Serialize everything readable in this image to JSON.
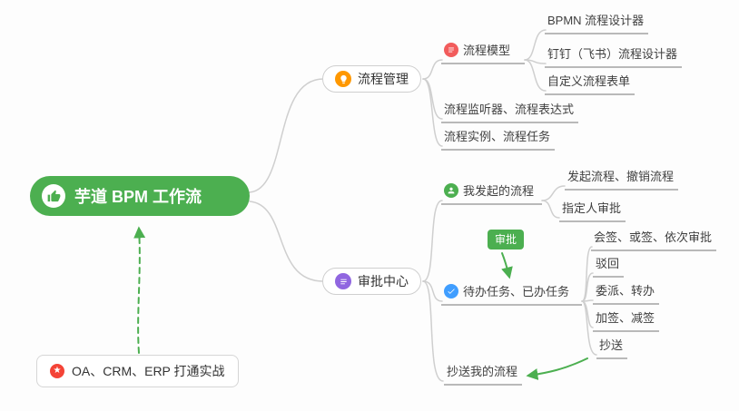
{
  "root": {
    "label": "芋道 BPM 工作流"
  },
  "practice_note": {
    "label": "OA、CRM、ERP 打通实战"
  },
  "approval_badge": {
    "label": "审批"
  },
  "branches": {
    "process_mgmt": {
      "label": "流程管理"
    },
    "approval_center": {
      "label": "审批中心"
    }
  },
  "process_children": {
    "process_model": {
      "label": "流程模型"
    },
    "bpmn_designer": {
      "label": "BPMN 流程设计器"
    },
    "dingtalk_designer": {
      "label": "钉钉（飞书）流程设计器"
    },
    "custom_form": {
      "label": "自定义流程表单"
    },
    "listener_expression": {
      "label": "流程监听器、流程表达式"
    },
    "instance_task": {
      "label": "流程实例、流程任务"
    }
  },
  "approval_children": {
    "my_initiated": {
      "label": "我发起的流程"
    },
    "initiate_cancel": {
      "label": "发起流程、撤销流程"
    },
    "designated_approver": {
      "label": "指定人审批"
    },
    "todo_done": {
      "label": "待办任务、已办任务"
    },
    "countersign": {
      "label": "会签、或签、依次审批"
    },
    "reject": {
      "label": "驳回"
    },
    "delegate_transfer": {
      "label": "委派、转办"
    },
    "add_reduce_sign": {
      "label": "加签、减签"
    },
    "cc": {
      "label": "抄送"
    },
    "cc_my_process": {
      "label": "抄送我的流程"
    }
  },
  "icons": {
    "root_icon": "thumbs-up",
    "practice_icon": "star ★",
    "process_mgmt_icon": "lightbulb",
    "process_model_icon": "list-lines",
    "approval_center_icon": "list-lines",
    "my_initiated_icon": "person",
    "todo_done_icon": "check"
  },
  "colors": {
    "root_bg": "#4caf50",
    "badge_bg": "#4caf50",
    "arrow_green": "#4caf50",
    "connector_gray": "#cfcfcf",
    "underline_gray": "#b9b9b9",
    "icon_orange": "#ff9800",
    "icon_red": "#f25c5c",
    "icon_purple": "#9066e0",
    "icon_green": "#4caf50",
    "icon_blue": "#409eff",
    "star_red": "#f44336"
  }
}
